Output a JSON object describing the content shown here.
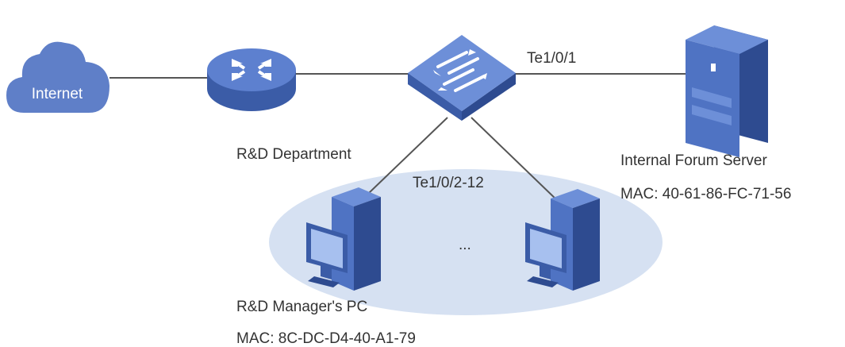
{
  "colors": {
    "device_dark": "#3b5ca7",
    "device_mid": "#4f73c3",
    "device_light": "#6d8fd8",
    "device_top": "#5d80cf",
    "device_deep": "#2e4b90",
    "cloud": "#5f7fc8",
    "screen": "#a7c0ef",
    "ellipse": "#d6e1f2",
    "line": "#555555",
    "text": "#333333"
  },
  "internet": {
    "label": "Internet"
  },
  "router": {
    "icon": "router-icon"
  },
  "switch": {
    "icon": "switch-icon"
  },
  "ports": {
    "uplink": "Te1/0/1",
    "downlinks": "Te1/0/2-12"
  },
  "department": {
    "label": "R&D Department"
  },
  "server": {
    "name": "Internal Forum Server",
    "mac": "MAC: 40-61-86-FC-71-56"
  },
  "pcs": {
    "manager_name": "R&D Manager's PC",
    "manager_mac": "MAC: 8C-DC-D4-40-A1-79",
    "ellipsis": "..."
  }
}
